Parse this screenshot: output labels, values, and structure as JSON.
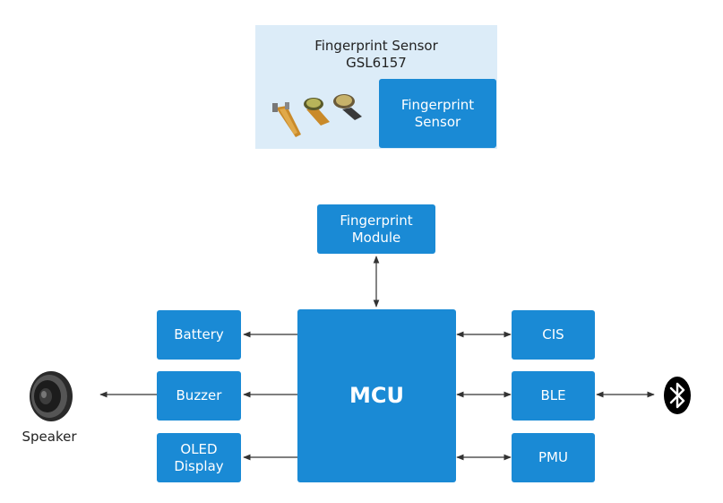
{
  "sensor_panel": {
    "title": "Fingerprint Sensor\nGSL6157",
    "inner_box": "Fingerprint\nSensor"
  },
  "blocks": {
    "fingerprint_module": "Fingerprint\nModule",
    "mcu": "MCU",
    "battery": "Battery",
    "buzzer": "Buzzer",
    "oled_display": "OLED\nDisplay",
    "cis": "CIS",
    "ble": "BLE",
    "pmu": "PMU"
  },
  "peripherals": {
    "speaker_label": "Speaker",
    "bluetooth_icon": "bluetooth-icon",
    "speaker_icon": "speaker-icon",
    "sensor_image": "fingerprint-sensor-parts-image"
  },
  "colors": {
    "block": "#1a8ad5",
    "panel": "#dcecf8",
    "line": "#333333"
  }
}
